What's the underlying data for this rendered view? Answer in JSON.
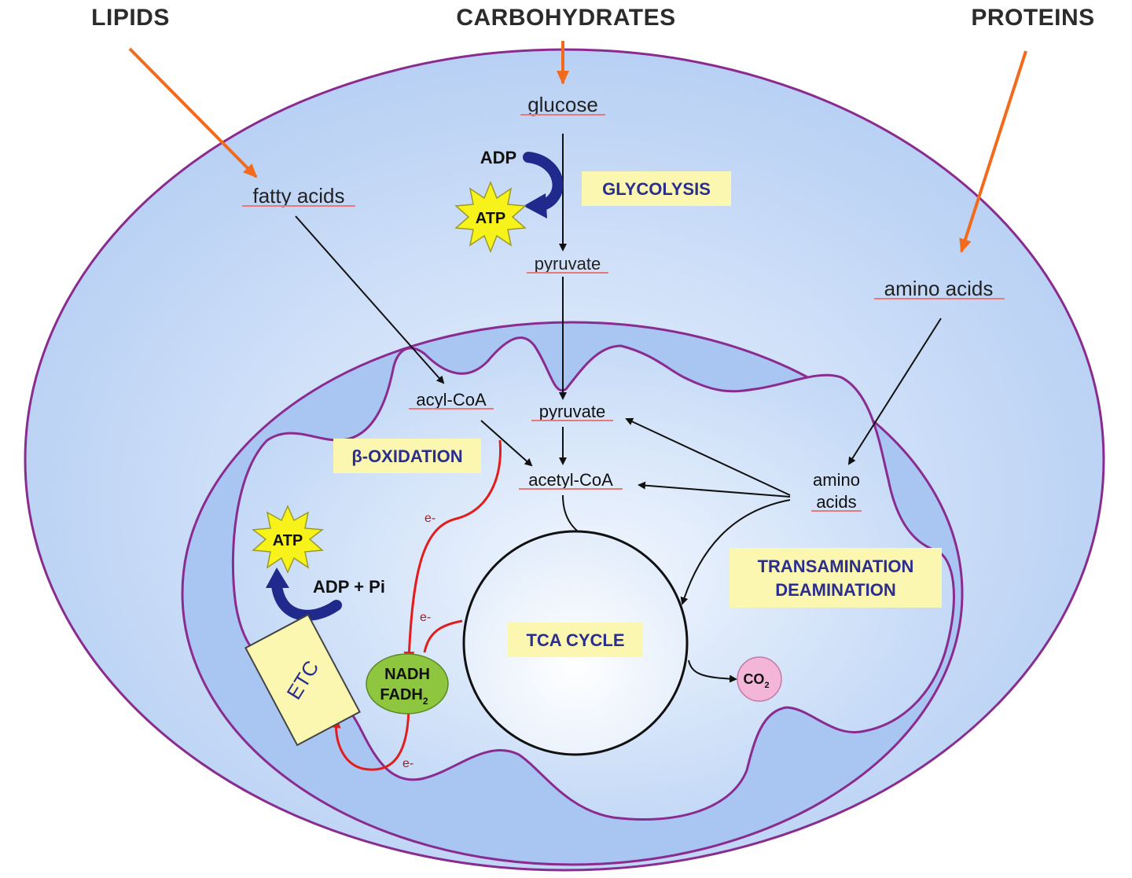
{
  "headings": {
    "lipids": "LIPIDS",
    "carbohydrates": "CARBOHYDRATES",
    "proteins": "PROTEINS"
  },
  "metabolites": {
    "glucose": "glucose",
    "fatty_acids": "fatty acids",
    "pyruvate_cyto": "pyruvate",
    "amino_acids_cyto": "amino acids",
    "acyl_coa": "acyl-CoA",
    "pyruvate_mito": "pyruvate",
    "acetyl_coa": "acetyl-CoA",
    "amino_acids_mito_1": "amino",
    "amino_acids_mito_2": "acids",
    "adp": "ADP",
    "adp_pi": "ADP + Pi",
    "atp_top": "ATP",
    "atp_left": "ATP",
    "nadh": "NADH",
    "fadh": "FADH",
    "fadh_sub": "2",
    "co2": "CO",
    "co2_sub": "2",
    "electron_1": "e-",
    "electron_2": "e-",
    "electron_3": "e-"
  },
  "processes": {
    "glycolysis": "GLYCOLYSIS",
    "beta_oxidation": "β-OXIDATION",
    "transamination": "TRANSAMINATION",
    "deamination": "DEAMINATION",
    "tca_cycle": "TCA CYCLE",
    "etc": "ETC"
  },
  "colors": {
    "cell_fill": "#c9dcf7",
    "membrane": "#8a2c8f",
    "mito_outer_fill": "#a9c6f2",
    "mito_inner_fill": "#d9e7fb",
    "process_box": "#fbf6b0",
    "input_arrow": "#f26b1d",
    "electron_flow": "#e21d1d",
    "atp_star": "#f7f21a",
    "adp_arrow": "#1f2a8c",
    "nadh_oval": "#8ec63f",
    "co2_circle": "#f4b6d8"
  }
}
